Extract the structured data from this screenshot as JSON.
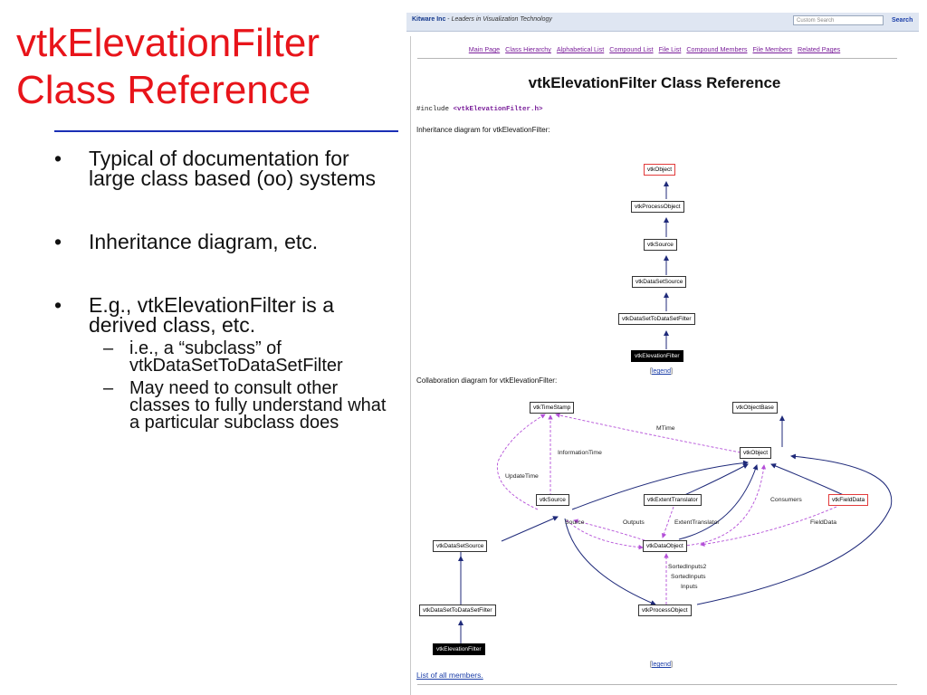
{
  "slide": {
    "title_line1": "vtkElevationFilter",
    "title_line2": "Class Reference",
    "bullets": [
      "Typical of documentation for large class based (oo) systems",
      "Inheritance diagram, etc.",
      "E.g., vtkElevationFilter is a derived class, etc."
    ],
    "sub_bullets": [
      "i.e., a “subclass” of vtkDataSetToDataSetFilter",
      "May need to consult other classes to fully understand what a particular subclass does"
    ],
    "bullet_symbol": "•",
    "sub_bullet_symbol": "–"
  },
  "browser": {
    "brand": "Kitware Inc",
    "tagline": "Leaders in Visualization Technology",
    "search_placeholder": "Custom Search",
    "search_button": "Search",
    "nav_links": [
      "Main Page",
      "Class Hierarchy",
      "Alphabetical List",
      "Compound List",
      "File List",
      "Compound Members",
      "File Members",
      "Related Pages"
    ],
    "doc_title": "vtkElevationFilter Class Reference",
    "include_prefix": "#include ",
    "include_file": "<vtkElevationFilter.h>",
    "inheritance_caption": "Inheritance diagram for vtkElevationFilter:",
    "collaboration_caption": "Collaboration diagram for vtkElevationFilter:",
    "legend_label": "legend",
    "members_link": "List of all members."
  },
  "inheritance_nodes": [
    "vtkObject",
    "vtkProcessObject",
    "vtkSource",
    "vtkDataSetSource",
    "vtkDataSetToDataSetFilter",
    "vtkElevationFilter"
  ],
  "collaboration_nodes": {
    "timestamp": "vtkTimeStamp",
    "objectbase": "vtkObjectBase",
    "object": "vtkObject",
    "source": "vtkSource",
    "extent": "vtkExtentTranslator",
    "fielddata": "vtkFieldData",
    "datasetsource": "vtkDataSetSource",
    "dataobject": "vtkDataObject",
    "dstods": "vtkDataSetToDataSetFilter",
    "processobject": "vtkProcessObject",
    "elevation": "vtkElevationFilter"
  },
  "edge_labels": {
    "mtime": "MTime",
    "information_time": "InformationTime",
    "update_time": "UpdateTime",
    "consumers": "Consumers",
    "source": "Source",
    "outputs": "Outputs",
    "extent_translator": "ExtentTranslator",
    "field_data": "FieldData",
    "sorted_inputs2": "SortedInputs2",
    "sorted_inputs": "SortedInputs",
    "inputs": "Inputs"
  },
  "colors": {
    "title_red": "#e8141a",
    "rule_blue": "#1a2fb5",
    "edge_navy": "#1f2a7a",
    "edge_dashed_purple": "#b44fd8",
    "link_purple": "#7a1f9a"
  }
}
